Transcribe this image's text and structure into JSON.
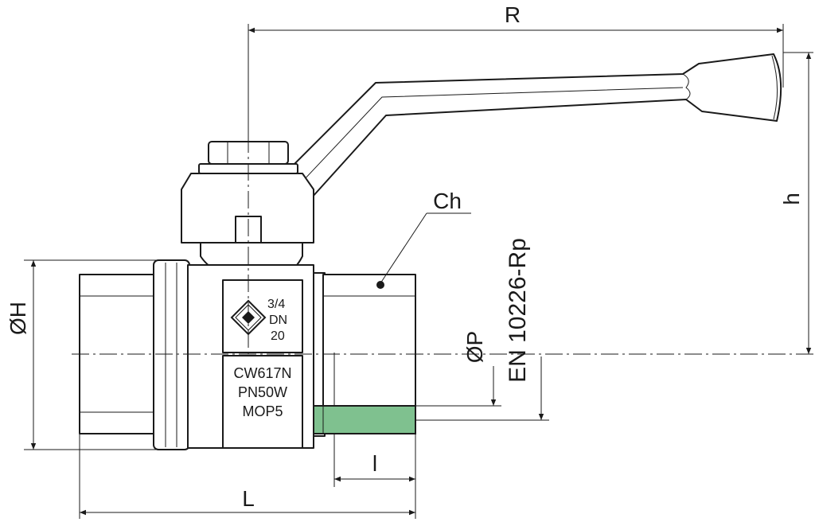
{
  "dimensions": {
    "R": "R",
    "h": "h",
    "H": "ØH",
    "P": "ØP",
    "L": "L",
    "l": "l",
    "Ch": "Ch"
  },
  "standard": "EN 10226-Rp",
  "body_markings": {
    "size": "3/4",
    "dn_label": "DN",
    "dn_value": "20",
    "material": "CW617N",
    "pressure": "PN50W",
    "mop": "MOP5"
  },
  "colors": {
    "line": "#1a1a1a",
    "thread_highlight": "#7fc18f",
    "background": "#ffffff"
  }
}
